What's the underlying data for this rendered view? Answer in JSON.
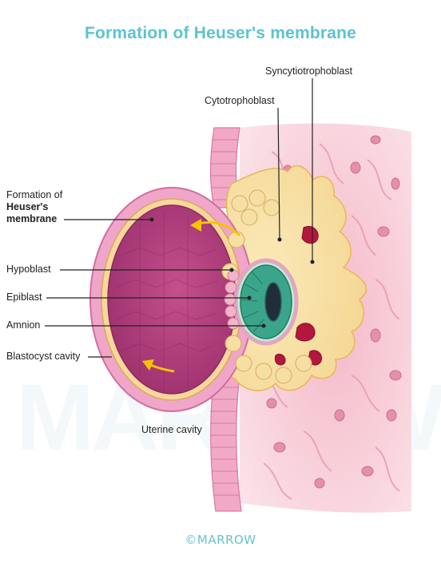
{
  "title": "Formation of Heuser's membrane",
  "labels": {
    "syncytiotrophoblast": "Syncytiotrophoblast",
    "cytotrophoblast": "Cytotrophoblast",
    "formation_line1": "Formation of",
    "formation_line2": "Heuser's",
    "formation_line3": "membrane",
    "hypoblast": "Hypoblast",
    "epiblast": "Epiblast",
    "amnion": "Amnion",
    "blastocyst_cavity": "Blastocyst cavity",
    "uterine_cavity": "Uterine cavity"
  },
  "brand": "©MARROW",
  "watermark": "MARROW",
  "colors": {
    "title": "#5cc3cf",
    "endometrium": "#f6c9d4",
    "cyto_cells": "#f5e3a6",
    "blastocyst_cavity": "#b13f7c",
    "epiblast": "#3aa58a",
    "arrow": "#f5c400"
  }
}
